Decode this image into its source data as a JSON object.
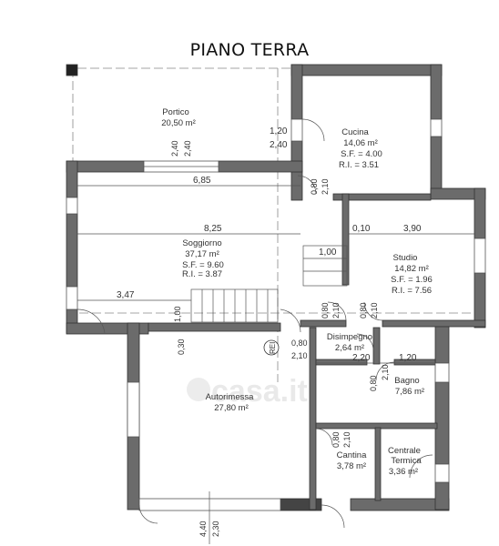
{
  "title": "PIANO TERRA",
  "watermark": "casa.it",
  "colors": {
    "wall": "#6b6b6b",
    "wall_stroke": "#333333",
    "line": "#555555",
    "dash": "#888888",
    "text": "#333333"
  },
  "rooms": {
    "portico": {
      "name": "Portico",
      "area": "20,50 m²"
    },
    "cucina": {
      "name": "Cucina",
      "area": "14,06 m²",
      "sf": "S.F. = 4.00",
      "ri": "R.I. = 3.51"
    },
    "soggiorno": {
      "name": "Soggiorno",
      "area": "37,17 m²",
      "sf": "S.F. = 9.60",
      "ri": "R.I. = 3.87"
    },
    "studio": {
      "name": "Studio",
      "area": "14,82 m²",
      "sf": "S.F. = 1.96",
      "ri": "R.I. = 7.56"
    },
    "disimpegno": {
      "name": "Disimpegno",
      "area": "2,64 m²"
    },
    "bagno": {
      "name": "Bagno",
      "area": "7,86 m²"
    },
    "autorimessa": {
      "name": "Autorimessa",
      "area": "27,80 m²"
    },
    "cantina": {
      "name": "Cantina",
      "area": "3,78 m²"
    },
    "centrale": {
      "name_line1": "Centrale",
      "name_line2": "Termica",
      "area": "3,36 m²"
    }
  },
  "dimensions": {
    "d_685": "6,85",
    "d_825": "8,25",
    "d_390": "3,90",
    "d_010": "0,10",
    "d_100a": "1,00",
    "d_347": "3,47",
    "d_100b": "1,00",
    "d_030": "0,30",
    "d_220": "2,20",
    "d_120b": "1,20",
    "d_120a": "1,20",
    "d_240a": "2,40",
    "v_240a": "2,40",
    "v_240b": "2,40",
    "v_080a": "0,80",
    "v_210a": "2,10",
    "v_080b": "0,80",
    "v_210b": "2,10",
    "v_080c": "0,80",
    "v_210c": "2,10",
    "v_080d": "0,80",
    "v_210d": "2,10",
    "v_080e": "0,80",
    "v_210e": "2,10",
    "v_080f": "0,80",
    "v_210f": "2,10",
    "v_440": "4,40",
    "v_230": "2,30"
  },
  "tag": "REI"
}
